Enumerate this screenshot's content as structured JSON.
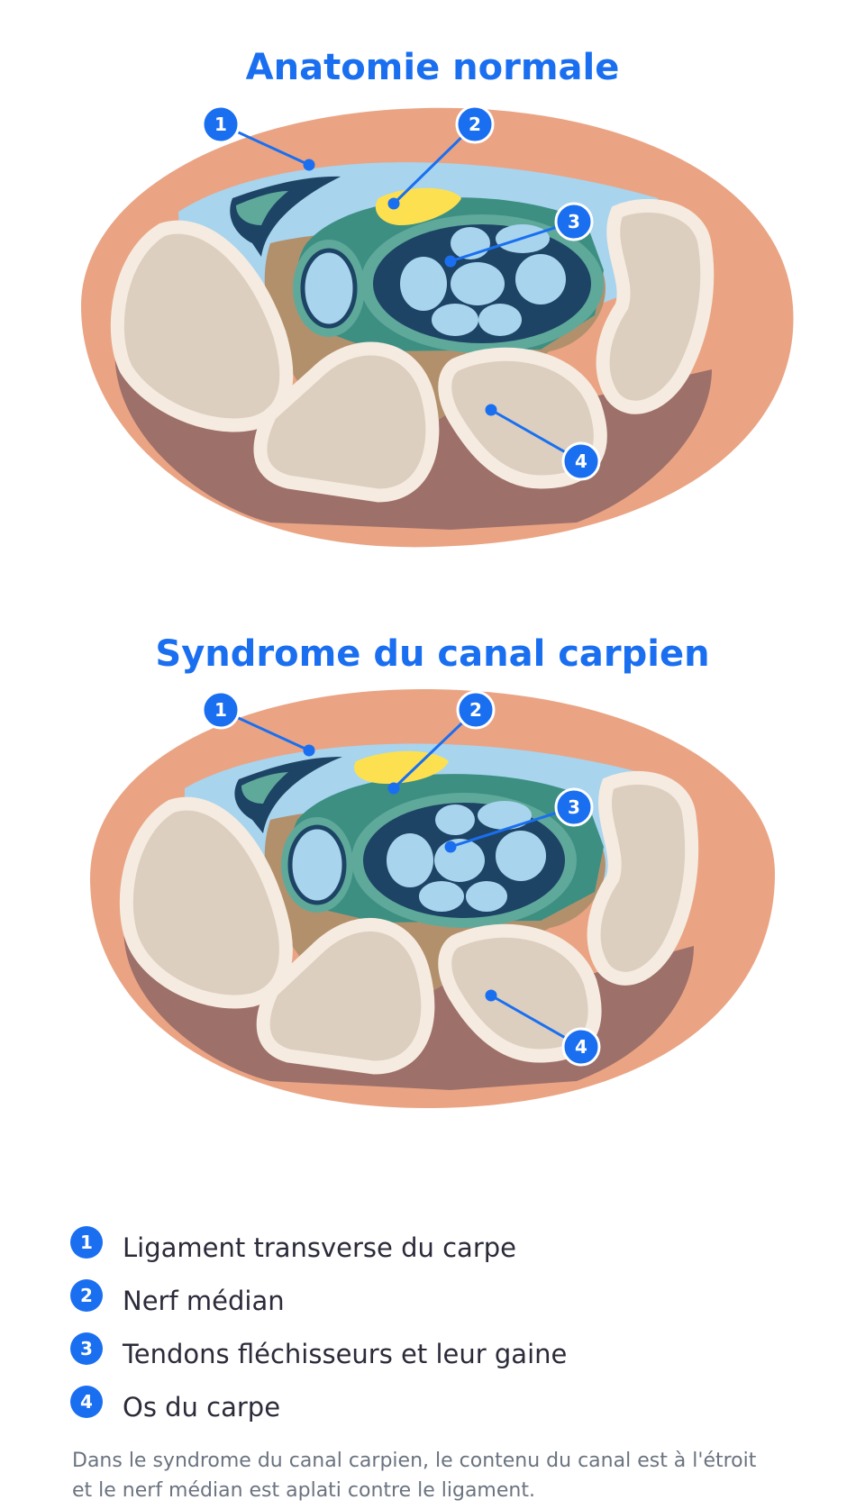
{
  "panels": [
    {
      "title": "Anatomie normale",
      "variant": "normal"
    },
    {
      "title": "Syndrome du canal carpien",
      "variant": "syndrome"
    }
  ],
  "markers": [
    "1",
    "2",
    "3",
    "4"
  ],
  "legend": [
    {
      "number": "1",
      "label": "Ligament transverse du carpe"
    },
    {
      "number": "2",
      "label": "Nerf médian"
    },
    {
      "number": "3",
      "label": "Tendons fléchisseurs et leur gaine"
    },
    {
      "number": "4",
      "label": "Os du carpe"
    }
  ],
  "note": "Dans le syndrome du canal carpien, le contenu du canal est à l'étroit et le nerf médian est aplati contre le ligament.",
  "colors": {
    "accent": "#1a6ff0",
    "skin": "#eaa484",
    "deep_tissue": "#9e706a",
    "ligament": "#a8d4ee",
    "canal": "#b3906c",
    "sheath": "#3d8f82",
    "tendon_group": "#1e4465",
    "tendon": "#a8d4ee",
    "nerve": "#fde050",
    "bone": "#dccfbf",
    "bone_rim": "#f5ebe0"
  }
}
